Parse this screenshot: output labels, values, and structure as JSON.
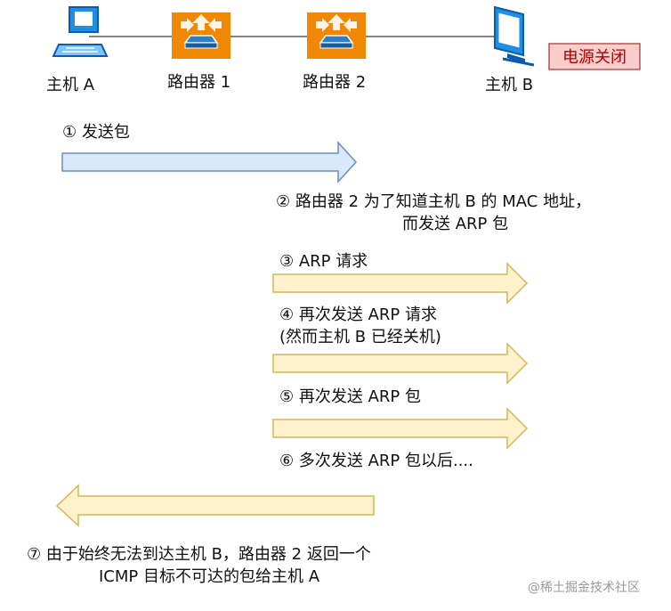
{
  "nodes": {
    "host_a": "主机 A",
    "router_1": "路由器 1",
    "router_2": "路由器 2",
    "host_b": "主机 B"
  },
  "status": {
    "power_off": "电源关闭"
  },
  "steps": {
    "step1": "① 发送包",
    "step2_line1": "② 路由器 2 为了知道主机 B 的 MAC 地址，",
    "step2_line2": "而发送 ARP 包",
    "step3": "③ ARP 请求",
    "step4_line1": "④ 再次发送 ARP 请求",
    "step4_line2": "(然而主机 B 已经关机)",
    "step5": "⑤ 再次发送 ARP 包",
    "step6": "⑥ 多次发送 ARP 包以后....",
    "step7_line1": "⑦ 由于始终无法到达主机 B，路由器 2 返回一个",
    "step7_line2": "ICMP 目标不可达的包给主机 A"
  },
  "watermark": "@稀土掘金技术社区",
  "colors": {
    "blue_arrow_fill": "#dae8fc",
    "blue_arrow_stroke": "#6c8ebf",
    "yellow_arrow_fill": "#fff2cc",
    "yellow_arrow_stroke": "#d6b656",
    "router_fill": "#f08705",
    "power_badge_fill": "#f8cecc",
    "power_badge_stroke": "#b85450"
  }
}
